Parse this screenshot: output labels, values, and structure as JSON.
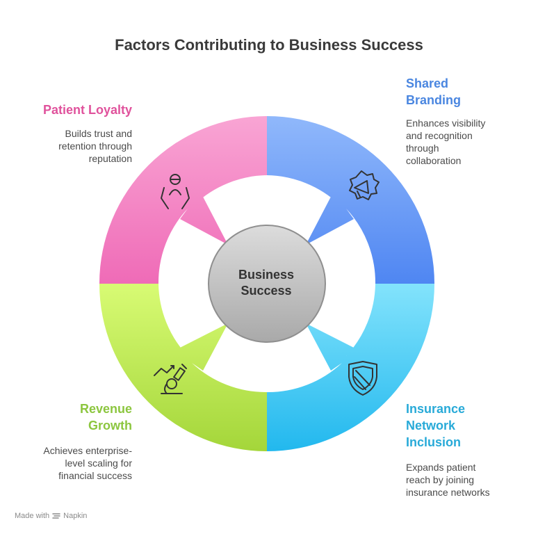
{
  "title": "Factors Contributing to Business Success",
  "center": {
    "line1": "Business",
    "line2": "Success"
  },
  "factors": [
    {
      "line1": "Patient Loyalty",
      "line2": "",
      "desc": [
        "Builds trust and",
        "retention through",
        "reputation"
      ],
      "color": "#e0529c"
    },
    {
      "line1": "Shared",
      "line2": "Branding",
      "desc": [
        "Enhances visibility",
        "and recognition",
        "through",
        "collaboration"
      ],
      "color": "#4a86e0"
    },
    {
      "line1": "Revenue",
      "line2": "Growth",
      "desc": [
        "Achieves enterprise-",
        "level scaling for",
        "financial success"
      ],
      "color": "#8cc63f"
    },
    {
      "line1": "Insurance",
      "line2": "Network",
      "line3": "Inclusion",
      "desc": [
        "Expands patient",
        "reach by joining",
        "insurance networks"
      ],
      "color": "#28aad8"
    }
  ],
  "footer": {
    "made_with": "Made with",
    "brand": "Napkin"
  }
}
